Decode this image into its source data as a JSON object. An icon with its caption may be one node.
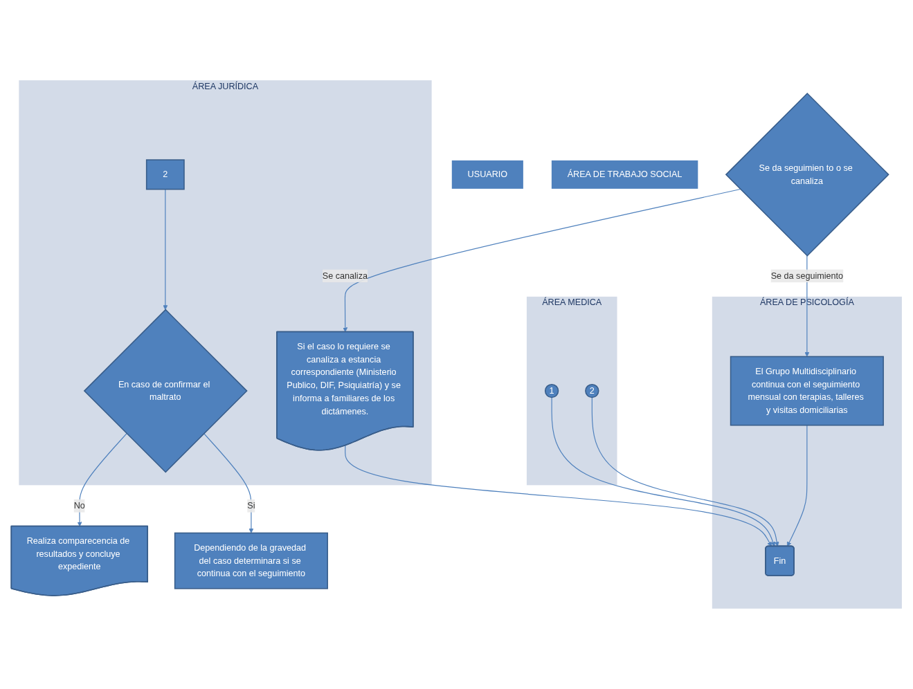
{
  "diagram": {
    "nodes": [
      {
        "text": [
          "USUARIO"
        ]
      },
      {
        "text": [
          "ÁREA JURÍDICA"
        ]
      },
      {
        "text": [
          "ÁREA DE TRABAJO SOCIAL"
        ]
      },
      {
        "text": [
          "ÁREA MEDICA"
        ]
      },
      {
        "text": [
          "ÁREA DE PSICOLOGÍA"
        ]
      },
      {
        "text": [
          "2"
        ],
        "in": 1
      },
      {
        "text": [
          "En caso de confirmar el maltrato"
        ],
        "in": 1
      },
      {
        "text": [
          "Realiza comparecencia de resultados y concluye expediente"
        ]
      },
      {
        "text": [
          "Dependiendo de la gravedad del caso determinara si se continua con el seguimiento"
        ]
      },
      {
        "text": [
          "Se da seguimien to o se canaliza"
        ]
      },
      {
        "text": [
          "El Grupo Multidisciplinario continua con el seguimiento mensual con terapias, talleres y visitas domiciliarias"
        ],
        "in": 4
      },
      {
        "text": [
          "Si el caso lo requiere se canaliza a estancia correspondiente (Ministerio Publico, DIF, Psiquiatría) y se informa a familiares de los dictámenes."
        ],
        "in": 1
      },
      {
        "text": [
          "1"
        ],
        "in": 3
      },
      {
        "text": [
          "2"
        ],
        "in": 3
      },
      {
        "text": [
          "Fin"
        ],
        "in": 4
      }
    ],
    "edges": [
      {
        "from": 5,
        "to": 6,
        "arrow": "to"
      },
      {
        "from": 6,
        "to": 7,
        "label": "No",
        "arrow": "to"
      },
      {
        "from": 6,
        "to": 8,
        "label": "Si",
        "arrow": "to"
      },
      {
        "from": 9,
        "to": 10,
        "label": "Se da seguimiento",
        "arrow": "to"
      },
      {
        "from": 9,
        "to": 11,
        "label": "Se canaliza",
        "arrow": "to"
      },
      {
        "from": 10,
        "to": 14,
        "arrow": "to"
      },
      {
        "from": 12,
        "to": 14,
        "arrow": "to"
      },
      {
        "from": 11,
        "to": 14,
        "arrow": "to"
      },
      {
        "from": 13,
        "to": 14,
        "arrow": "to"
      }
    ]
  }
}
